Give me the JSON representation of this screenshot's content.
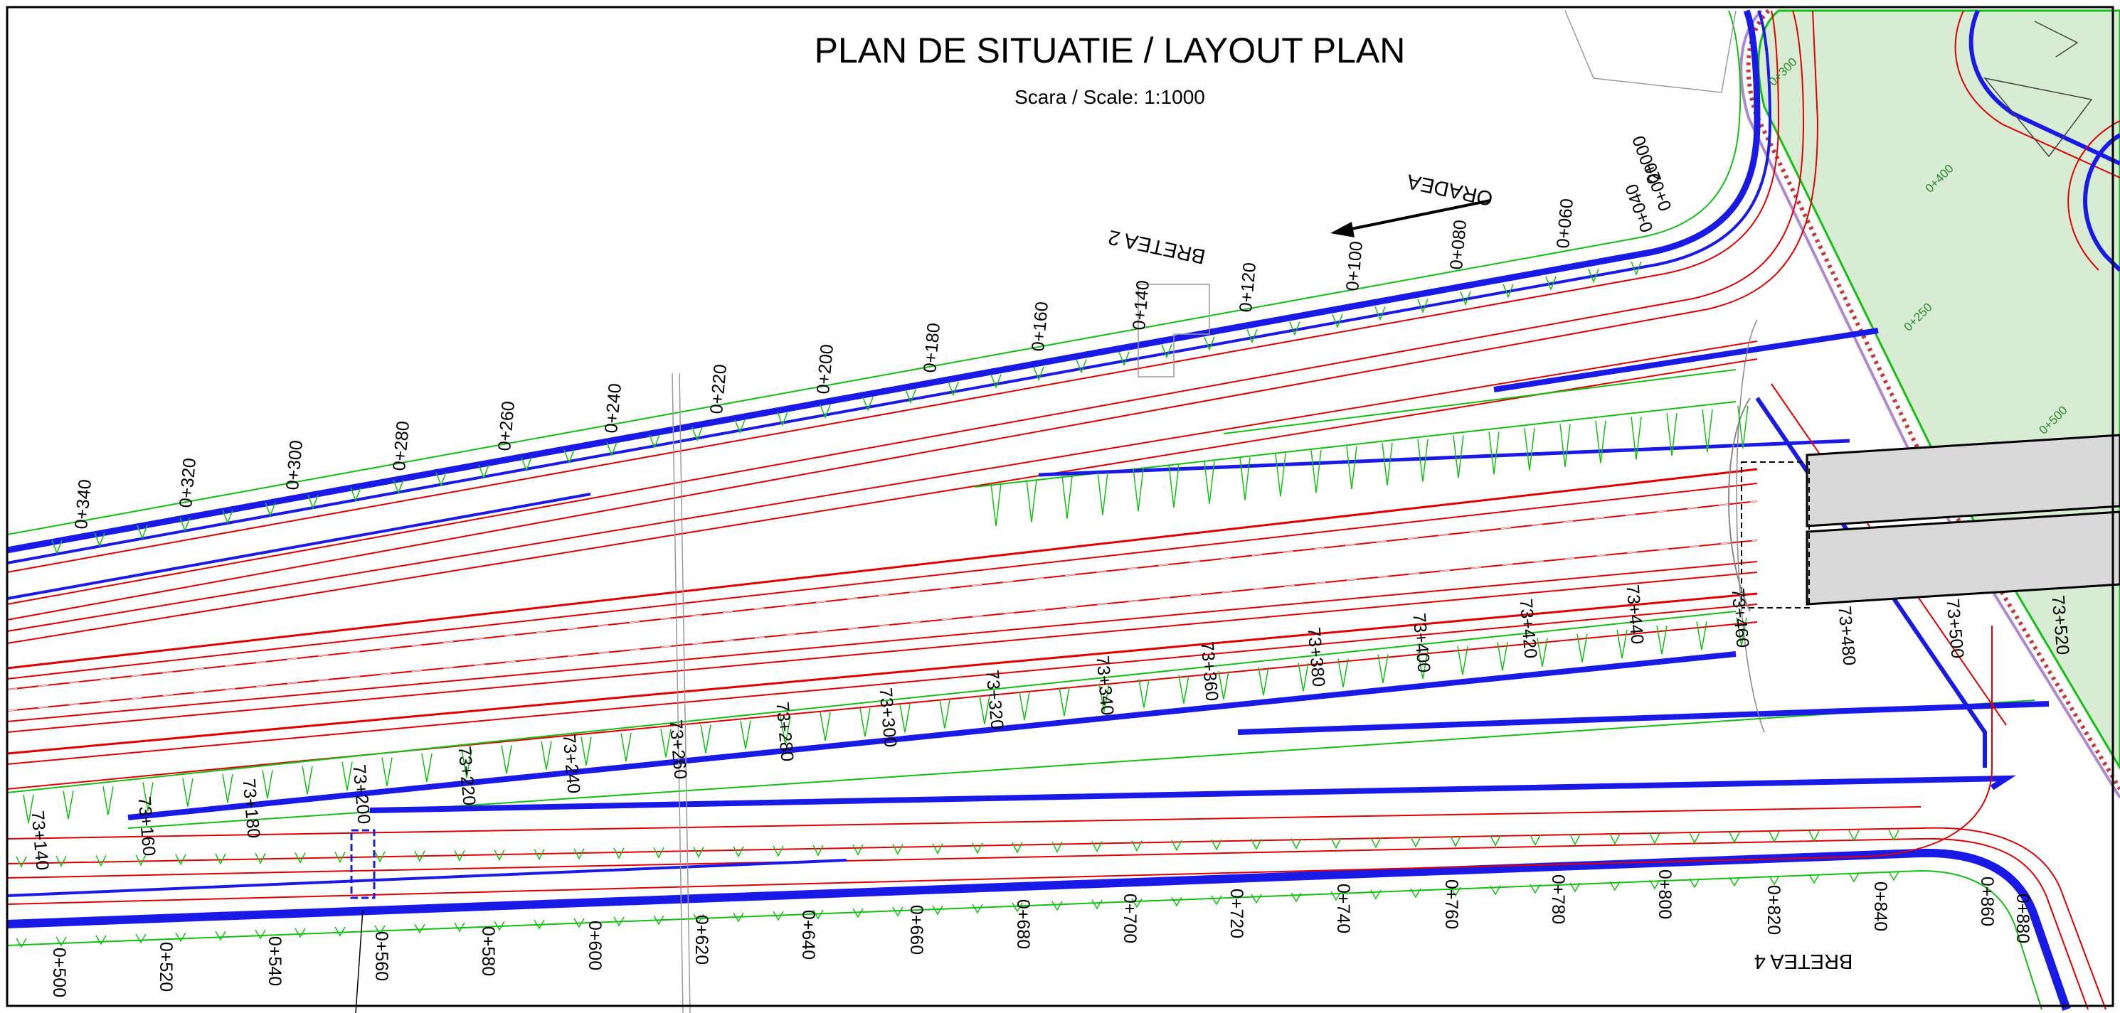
{
  "drawing": {
    "title": "PLAN DE SITUATIE / LAYOUT PLAN",
    "scale": "Scara / Scale: 1:1000",
    "direction_label": "ORADEA",
    "ramp_labels": [
      "BRETEA 2",
      "BRETEA 4"
    ],
    "colors": {
      "edge_red": "#e10000",
      "drain_blue": "#1a1ae6",
      "slope_green": "#12c012",
      "frame": "#000000",
      "bridge_fill": "#d9d9d9",
      "median_fill": "#d8ecd4",
      "ref_gray": "#9a9a9a"
    },
    "chainage_top": [
      "0+000",
      "0+020",
      "0+040",
      "0+060",
      "0+080",
      "0+100",
      "0+120",
      "0+140",
      "0+160",
      "0+180",
      "0+200",
      "0+220",
      "0+240",
      "0+260",
      "0+280",
      "0+300",
      "0+320",
      "0+340"
    ],
    "chainage_mainline": [
      "73+140",
      "73+160",
      "73+180",
      "73+200",
      "73+220",
      "73+240",
      "73+260",
      "73+280",
      "73+300",
      "73+320",
      "73+340",
      "73+360",
      "73+380",
      "73+400",
      "73+420",
      "73+440",
      "73+460",
      "73+480",
      "73+500",
      "73+520"
    ],
    "chainage_bottom": [
      "0+500",
      "0+520",
      "0+540",
      "0+560",
      "0+580",
      "0+600",
      "0+620",
      "0+640",
      "0+660",
      "0+680",
      "0+700",
      "0+720",
      "0+740",
      "0+760",
      "0+780",
      "0+800",
      "0+820",
      "0+840",
      "0+860",
      "0+880"
    ],
    "roundabout_marks": [
      "0+300",
      "0+250",
      "0+400",
      "0+500"
    ]
  }
}
